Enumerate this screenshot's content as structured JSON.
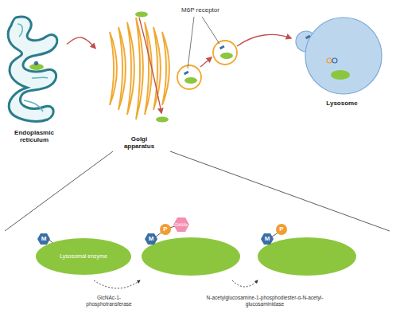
{
  "diagram": {
    "nodes": [
      {
        "text": [
          "Endoplasmic reticulum"
        ]
      },
      {
        "text": [
          "Golgi apparatus"
        ]
      },
      {
        "text": [
          "Lysosome"
        ]
      },
      {
        "text": [
          "Lysosomal enzyme"
        ]
      }
    ],
    "edges": [
      {
        "from": 0,
        "to": 1,
        "arrow": "to"
      }
    ],
    "labels": [
      "M6P receptor",
      "M",
      "M",
      "P",
      "GlcNAc",
      "M",
      "P",
      "GlcNAc-1-phosphotransferase",
      "N-acetylglucosamine-1-phosphodiester-α-N-acetyl-glucosaminidase"
    ]
  }
}
